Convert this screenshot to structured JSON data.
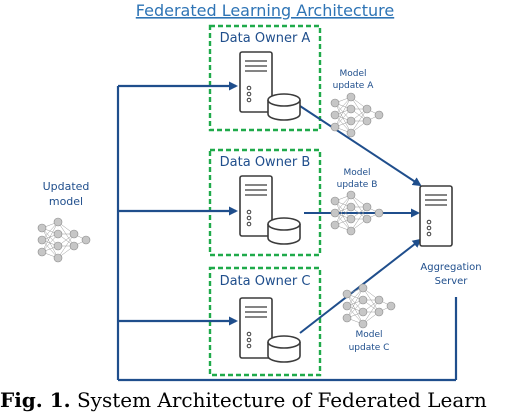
{
  "title": "Federated Learning Architecture",
  "owners": [
    {
      "label": "Data Owner A",
      "update_line1": "Model",
      "update_line2": "update A"
    },
    {
      "label": "Data Owner B",
      "update_line1": "Model",
      "update_line2": "update B"
    },
    {
      "label": "Data Owner C",
      "update_line1": "Model",
      "update_line2": "update C"
    }
  ],
  "updated_model": {
    "line1": "Updated",
    "line2": "model"
  },
  "server": {
    "line1": "Aggregation",
    "line2": "Server"
  },
  "caption": {
    "prefix": "Fig. 1.",
    "text": "System Architecture of Federated Learn"
  },
  "colors": {
    "accent_blue": "#1f4e8c",
    "title_blue": "#2e74b5",
    "owner_green": "#1faa4a",
    "node_gray": "#c6c6c6"
  }
}
